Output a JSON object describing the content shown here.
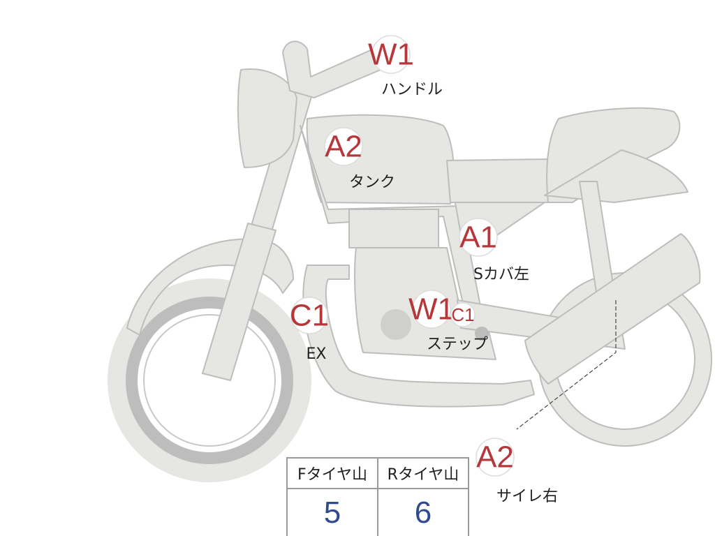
{
  "colors": {
    "body": "#e6e6e3",
    "outline": "#bdbdbd",
    "grade_text": "#b5373a",
    "label_text": "#1f1f1f",
    "table_value": "#2f4a8e"
  },
  "markers": [
    {
      "grade": "W1",
      "label": "ハンドル"
    },
    {
      "grade": "A2",
      "label": "タンク"
    },
    {
      "grade": "A1",
      "label": "Sカバ左"
    },
    {
      "grade": "C1",
      "label": "EX"
    },
    {
      "grade": "W1",
      "label": "ステップ"
    },
    {
      "grade": "C1",
      "label": ""
    },
    {
      "grade": "A2",
      "label": "サイレ右"
    }
  ],
  "tire_table": {
    "headers": [
      "Fタイヤ山",
      "Rタイヤ山"
    ],
    "values": [
      "5",
      "6"
    ]
  }
}
